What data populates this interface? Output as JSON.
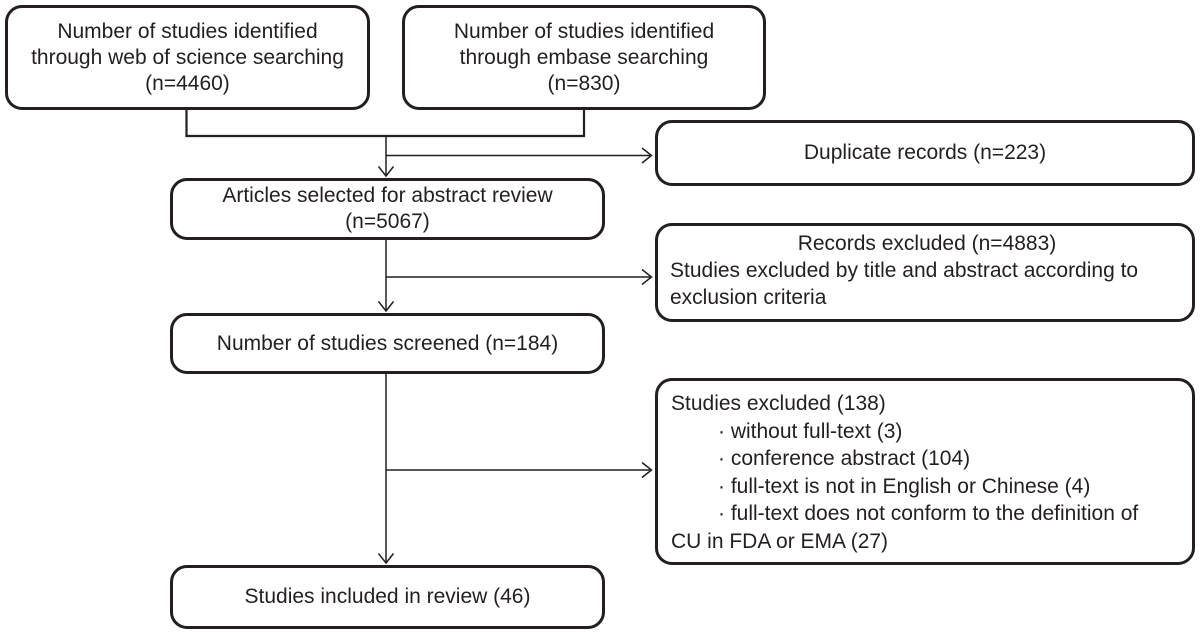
{
  "boxes": {
    "wos": {
      "text": "Number of studies identified\nthrough web of science searching\n(n=4460)"
    },
    "embase": {
      "text": "Number of studies identified\nthrough embase searching\n(n=830)"
    },
    "duplicates": {
      "text": "Duplicate records (n=223)"
    },
    "abstract_review": {
      "text": "Articles selected for abstract review\n(n=5067)"
    },
    "records_excluded": {
      "title": "Records excluded (n=4883)",
      "body": "Studies excluded by title and abstract according to\nexclusion criteria"
    },
    "screened": {
      "text": "Number of studies screened (n=184)"
    },
    "studies_excluded": {
      "title": "Studies excluded (138)",
      "bullet_1": "· without full-text (3)",
      "bullet_2": "· conference abstract (104)",
      "bullet_3": "· full-text is not in English or Chinese (4)",
      "bullet_4": "· full-text does not conform to the definition of",
      "bullet_4_wrap": "CU in FDA or EMA (27)"
    },
    "included": {
      "text": "Studies included in review (46)"
    }
  },
  "colors": {
    "line": "#231f20",
    "text": "#231f20",
    "background": "#ffffff"
  }
}
